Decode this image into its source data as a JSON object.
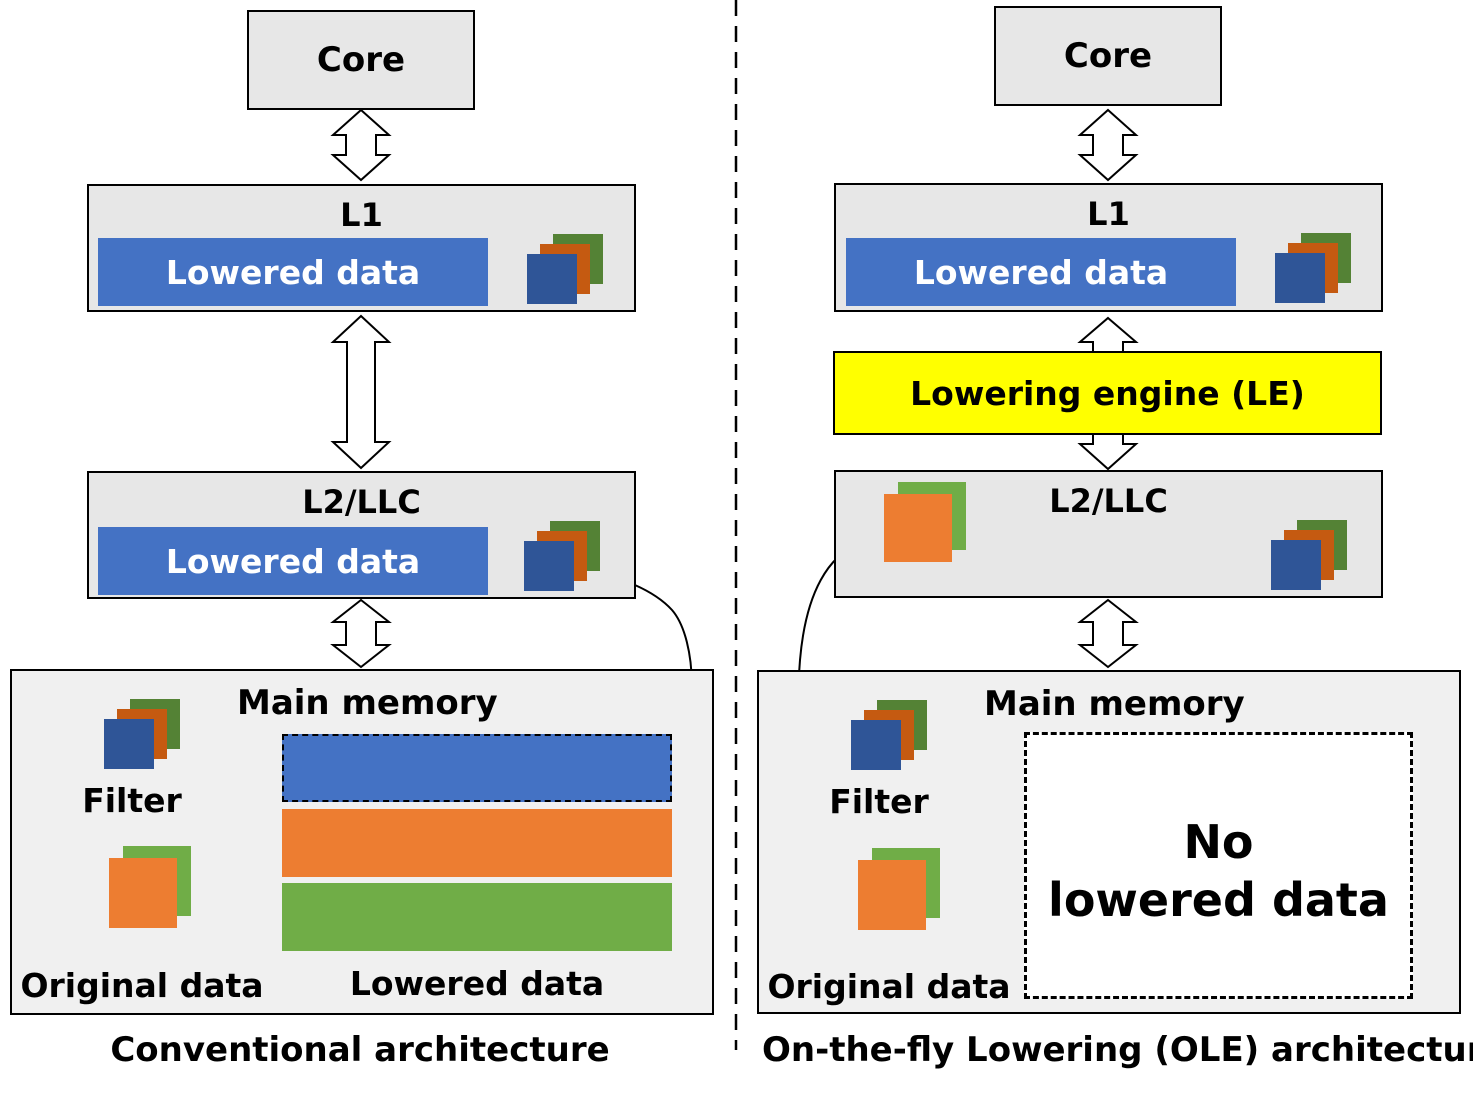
{
  "colors": {
    "box_fill": "#e7e7e7",
    "memory_fill": "#f0f0f0",
    "lowered_blue": "#4472c4",
    "orange": "#ed7d31",
    "green": "#70ad47",
    "lowering_engine": "#ffff00",
    "filter_blue": "#2f5597",
    "filter_orange": "#c55a11",
    "filter_green": "#548235"
  },
  "left": {
    "core": "Core",
    "l1": "L1",
    "l1_bar": "Lowered data",
    "l2": "L2/LLC",
    "l2_bar": "Lowered data",
    "main_memory": "Main memory",
    "filter": "Filter",
    "original_data": "Original data",
    "lowered_data": "Lowered data",
    "caption": "Conventional architecture"
  },
  "right": {
    "core": "Core",
    "l1": "L1",
    "l1_bar": "Lowered data",
    "engine": "Lowering engine (LE)",
    "l2": "L2/LLC",
    "main_memory": "Main memory",
    "filter": "Filter",
    "original_data": "Original data",
    "no_lowered_line1": "No",
    "no_lowered_line2": "lowered data",
    "caption": "On-the-fly Lowering (OLE) architecture"
  },
  "icons": {
    "banana": "banana-image-icon",
    "filter_stack": "filter-stack-icon"
  }
}
